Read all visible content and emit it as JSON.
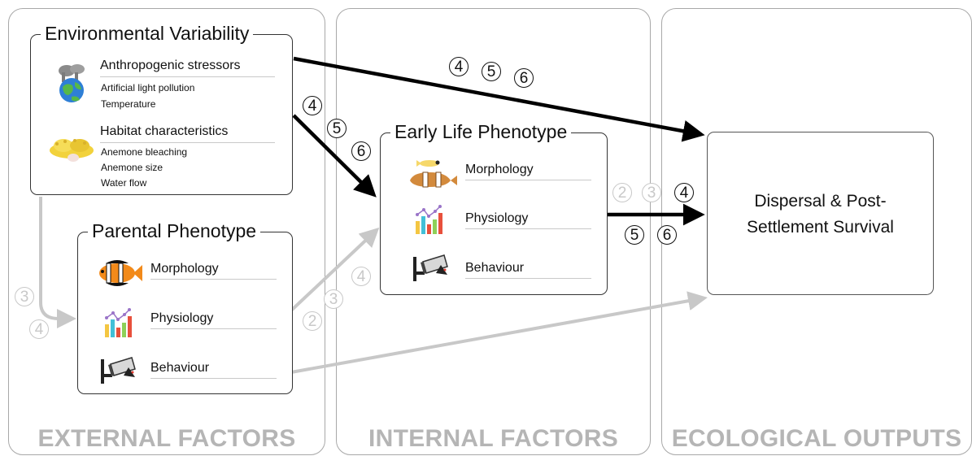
{
  "panels": {
    "external": "EXTERNAL FACTORS",
    "internal": "INTERNAL FACTORS",
    "ecological": "ECOLOGICAL OUTPUTS"
  },
  "environment": {
    "title": "Environmental Variability",
    "anthropogenic": {
      "title": "Anthropogenic stressors",
      "icon": "polluted-earth-icon",
      "items": [
        "Artificial light pollution",
        "Temperature"
      ]
    },
    "habitat": {
      "title": "Habitat characteristics",
      "icon": "anemone-icon",
      "items": [
        "Anemone bleaching",
        "Anemone size",
        "Water flow"
      ]
    }
  },
  "parental": {
    "title": "Parental Phenotype",
    "items": [
      {
        "label": "Morphology",
        "icon": "clownfish-icon"
      },
      {
        "label": "Physiology",
        "icon": "bar-chart-icon"
      },
      {
        "label": "Behaviour",
        "icon": "camera-icon"
      }
    ]
  },
  "early": {
    "title": "Early Life Phenotype",
    "items": [
      {
        "label": "Morphology",
        "icon": "larval-fish-icon"
      },
      {
        "label": "Physiology",
        "icon": "bar-chart-icon"
      },
      {
        "label": "Behaviour",
        "icon": "camera-icon"
      }
    ]
  },
  "outcome": {
    "line1": "Dispersal & Post-",
    "line2": "Settlement Survival"
  },
  "numbers": {
    "env_to_outcome": [
      "4",
      "5",
      "6"
    ],
    "env_to_early": [
      "4",
      "5",
      "6"
    ],
    "early_to_outcome_light": [
      "2",
      "3"
    ],
    "early_to_outcome_dark": [
      "4",
      "5",
      "6"
    ],
    "env_to_parental": [
      "3",
      "4"
    ],
    "parental_to_early": [
      "2",
      "3",
      "4"
    ]
  },
  "colors": {
    "strong_arrow": "#000000",
    "weak_arrow": "#c8c8c8",
    "panel_label": "#b5b5b5"
  }
}
